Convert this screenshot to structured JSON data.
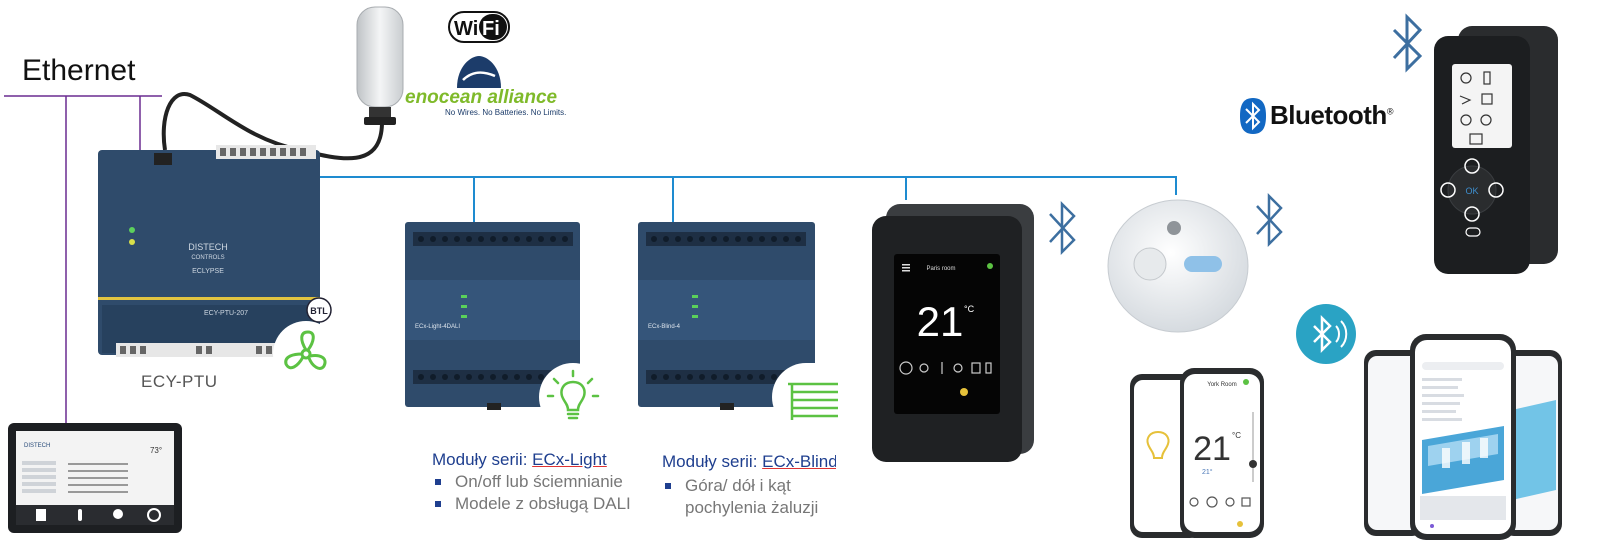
{
  "network": {
    "ethernet_label": "Ethernet"
  },
  "logos": {
    "wifi": "WiFi",
    "enocean_name": "enocean alliance",
    "enocean_tagline": "No Wires. No Batteries. No Limits.",
    "bluetooth_name": "Bluetooth",
    "bluetooth_mark": "®"
  },
  "controller": {
    "label": "ECY-PTU",
    "brand_line1": "DISTECH",
    "brand_line2": "CONTROLS",
    "model_text": "ECY-PTU-207",
    "eclypse_text": "ECLYPSE"
  },
  "modules": {
    "light": {
      "title_prefix": "Moduły serii: ",
      "title_series": "ECx-Light",
      "faceplate": "ECx-Light-4DALI",
      "bullets": [
        "On/off lub ściemnianie",
        "Modele z obsługą DALI"
      ]
    },
    "blind": {
      "title_prefix": "Moduły serii: ",
      "title_series": "ECx-Blind",
      "faceplate": "ECx-Blind-4",
      "bullets": [
        "Góra/ dół  i kąt pochylenia żaluzji"
      ]
    }
  },
  "devices": {
    "room_display": {
      "room": "Paris room",
      "temperature": "21",
      "unit": "°C"
    },
    "phone": {
      "room": "York Room",
      "temperature": "21",
      "unit": "°C",
      "setpoint": "21°"
    },
    "tablet": {
      "brand": "DISTECH",
      "temperature": "73°"
    },
    "handheld": {
      "button": "OK"
    }
  },
  "colors": {
    "bus_line": "#1e8bd0",
    "ethernet_line": "#6a2c91",
    "green_icon": "#5cc243",
    "bluetooth_blue": "#3d6fa0",
    "enocean_green": "#7fba2a"
  },
  "icons": [
    "wifi-logo",
    "enocean-logo",
    "bluetooth-logo",
    "fan-icon",
    "bulb-icon",
    "blind-icon",
    "bluetooth-icon"
  ]
}
